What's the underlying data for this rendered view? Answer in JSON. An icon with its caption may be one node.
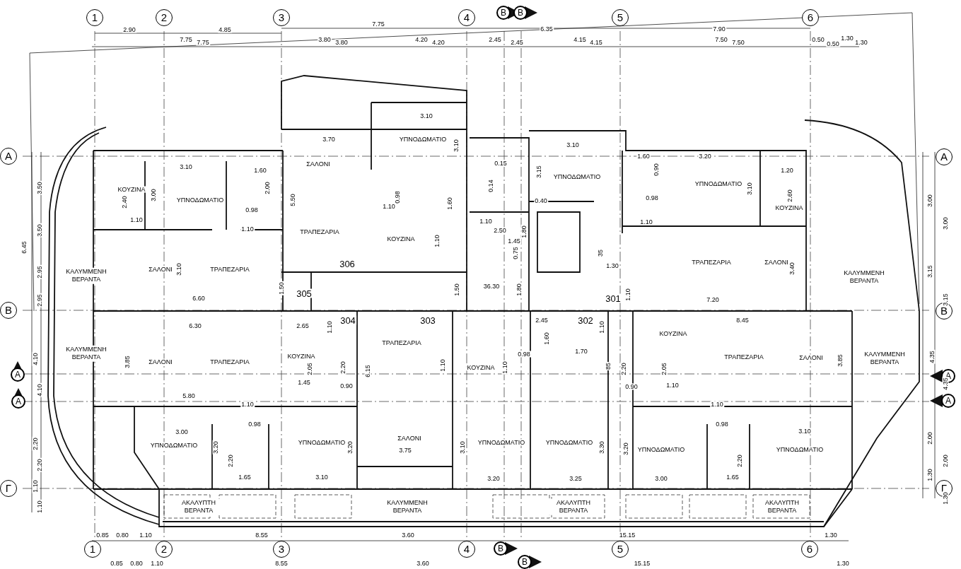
{
  "diagram": {
    "nodes": [
      {
        "text": [
          "1"
        ]
      },
      {
        "text": [
          "2"
        ]
      },
      {
        "text": [
          "3"
        ]
      },
      {
        "text": [
          "4"
        ]
      },
      {
        "text": [
          "5"
        ]
      },
      {
        "text": [
          "6"
        ]
      },
      {
        "text": [
          "B"
        ]
      },
      {
        "text": [
          "B"
        ]
      },
      {
        "text": [
          "A"
        ]
      },
      {
        "text": [
          "B"
        ]
      },
      {
        "text": [
          "Γ"
        ]
      },
      {
        "text": [
          "A"
        ]
      },
      {
        "text": [
          "A"
        ]
      },
      {
        "text": [
          "A"
        ]
      },
      {
        "text": [
          "B"
        ]
      },
      {
        "text": [
          "Γ"
        ]
      },
      {
        "text": [
          "A"
        ]
      },
      {
        "text": [
          "A"
        ]
      },
      {
        "text": [
          "1"
        ]
      },
      {
        "text": [
          "2"
        ]
      },
      {
        "text": [
          "3"
        ]
      },
      {
        "text": [
          "4"
        ]
      },
      {
        "text": [
          "5"
        ]
      },
      {
        "text": [
          "6"
        ]
      },
      {
        "text": [
          "B"
        ]
      },
      {
        "text": [
          "B"
        ]
      }
    ],
    "labels": [
      "2.90",
      "4.85",
      "7.75",
      "6.35",
      "7.90",
      "7.75",
      "7.75",
      "3.80",
      "3.80",
      "4.20",
      "4.20",
      "2.45",
      "2.45",
      "4.15",
      "4.15",
      "7.50",
      "7.50",
      "0.50",
      "0.50",
      "1.30",
      "1.30",
      "ΚΟΥΖΙΝΑ",
      "ΥΠΝΟΔΩΜΑΤΙΟ",
      "3.10",
      "3.00",
      "2.40",
      "1.10",
      "1.60",
      "2.00",
      "0.98",
      "1.10",
      "ΣΑΛΟΝΙ",
      "3.10",
      "ΤΡΑΠΕΖΑΡΙΑ",
      "6.60",
      "1.50",
      "ΚΑΛΥΜΜΕΝΗ ΒΕΡΑΝΤΑ",
      "305",
      "306",
      "6.45",
      "3.50",
      "3.50",
      "2.95",
      "2.95",
      "3.70",
      "ΣΑΛΟΝΙ",
      "5.50",
      "ΤΡΑΠΕΖΑΡΙΑ",
      "3.10",
      "ΥΠΝΟΔΩΜΑΤΙΟ",
      "3.10",
      "0.98",
      "1.10",
      "1.60",
      "ΚΟΥΖΙΝΑ",
      "1.10",
      "1.50",
      "0.15",
      "0.14",
      "1.10",
      "2.50",
      "1.80",
      "1.45",
      "0.75",
      "36.30",
      "1.80",
      "3.10",
      "3.15",
      "ΥΠΝΟΔΩΜΑΤΙΟ",
      "0.40",
      "1.60",
      "3.20",
      "0.90",
      "0.98",
      "ΥΠΝΟΔΩΜΑΤΙΟ",
      "3.10",
      "1.20",
      "2.60",
      "ΚΟΥΖΙΝΑ",
      "1.10",
      "35",
      "1.30",
      "ΤΡΑΠΕΖΑΡΙΑ",
      "ΣΑΛΟΝΙ",
      "3.40",
      "7.20",
      "301",
      "1.10",
      "ΚΑΛΥΜΜΕΝΗ ΒΕΡΑΝΤΑ",
      "3.00",
      "3.00",
      "3.15",
      "3.15",
      "6.30",
      "2.65",
      "1.10",
      "304",
      "303",
      "ΚΑΛΥΜΜΕΝΗ ΒΕΡΑΝΤΑ",
      "3.85",
      "ΣΑΛΟΝΙ",
      "ΤΡΑΠΕΖΑΡΙΑ",
      "ΚΟΥΖΙΝΑ",
      "2.05",
      "2.20",
      "1.45",
      "0.90",
      "5.80",
      "1.10",
      "4.10",
      "4.10",
      "3.00",
      "0.98",
      "ΥΠΝΟΔΩΜΑΤΙΟ",
      "3.20",
      "2.20",
      "1.65",
      "ΥΠΝΟΔΩΜΑΤΙΟ",
      "3.20",
      "3.10",
      "2.20",
      "2.20",
      "1.10",
      "1.10",
      "ΤΡΑΠΕΖΑΡΙΑ",
      "6.15",
      "1.10",
      "ΚΟΥΖΙΝΑ",
      "1.10",
      "ΣΑΛΟΝΙ",
      "3.75",
      "3.10",
      "ΥΠΝΟΔΩΜΑΤΙΟ",
      "3.20",
      "2.45",
      "302",
      "1.60",
      "1.10",
      "0.98",
      "1.70",
      "85",
      "ΥΠΝΟΔΩΜΑΤΙΟ",
      "3.30",
      "3.25",
      "8.45",
      "ΚΟΥΖΙΝΑ",
      "ΤΡΑΠΕΖΑΡΙΑ",
      "ΣΑΛΟΝΙ",
      "3.85",
      "ΚΑΛΥΜΜΕΝΗ ΒΕΡΑΝΤΑ",
      "2.20",
      "2.05",
      "0.90",
      "1.10",
      "1.10",
      "0.98",
      "3.10",
      "ΥΠΝΟΔΩΜΑΤΙΟ",
      "3.20",
      "3.00",
      "2.20",
      "1.65",
      "ΥΠΝΟΔΩΜΑΤΙΟ",
      "4.35",
      "4.35",
      "2.00",
      "2.00",
      "1.30",
      "1.30",
      "ΑΚΑΛΥΠΤΗ ΒΕΡΑΝΤΑ",
      "ΚΑΛΥΜΜΕΝΗ ΒΕΡΑΝΤΑ",
      "ΑΚΑΛΥΠΤΗ ΒΕΡΑΝΤΑ",
      "ΑΚΑΛΥΠΤΗ ΒΕΡΑΝΤΑ",
      "0.85",
      "0.80",
      "1.10",
      "8.55",
      "3.60",
      "15.15",
      "1.30",
      "0.85",
      "0.80",
      "1.10",
      "8.55",
      "3.60",
      "15.15",
      "1.30"
    ]
  }
}
